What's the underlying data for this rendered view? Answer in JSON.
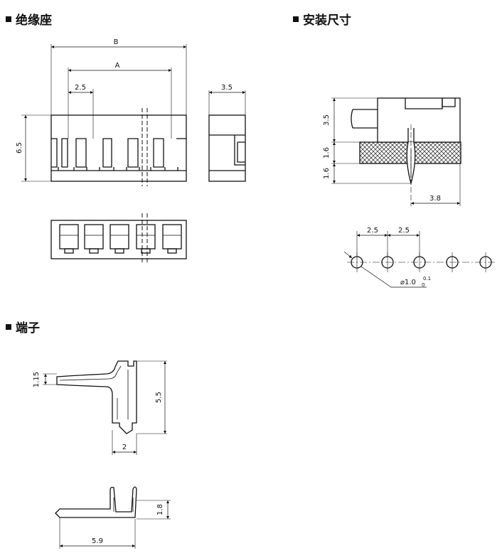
{
  "sections": {
    "housing": "绝缘座",
    "mounting": "安装尺寸",
    "terminal": "端子"
  },
  "dimensions": {
    "housing_B": "B",
    "housing_A": "A",
    "housing_pitch": "2.5",
    "housing_height": "6.5",
    "housing_side_width": "3.5",
    "mount_height": "3.5",
    "mount_board": "1.6",
    "mount_pin": "1.6",
    "mount_offset": "3.8",
    "hole_pitch_1": "2.5",
    "hole_pitch_2": "2.5",
    "hole_dia": "⌀1.0",
    "hole_tol_upper": "0.1",
    "hole_tol_lower": "0",
    "term_tab": "1.15",
    "term_height": "5.5",
    "term_base": "2",
    "term_side_height": "1.8",
    "term_length": "5.9"
  }
}
